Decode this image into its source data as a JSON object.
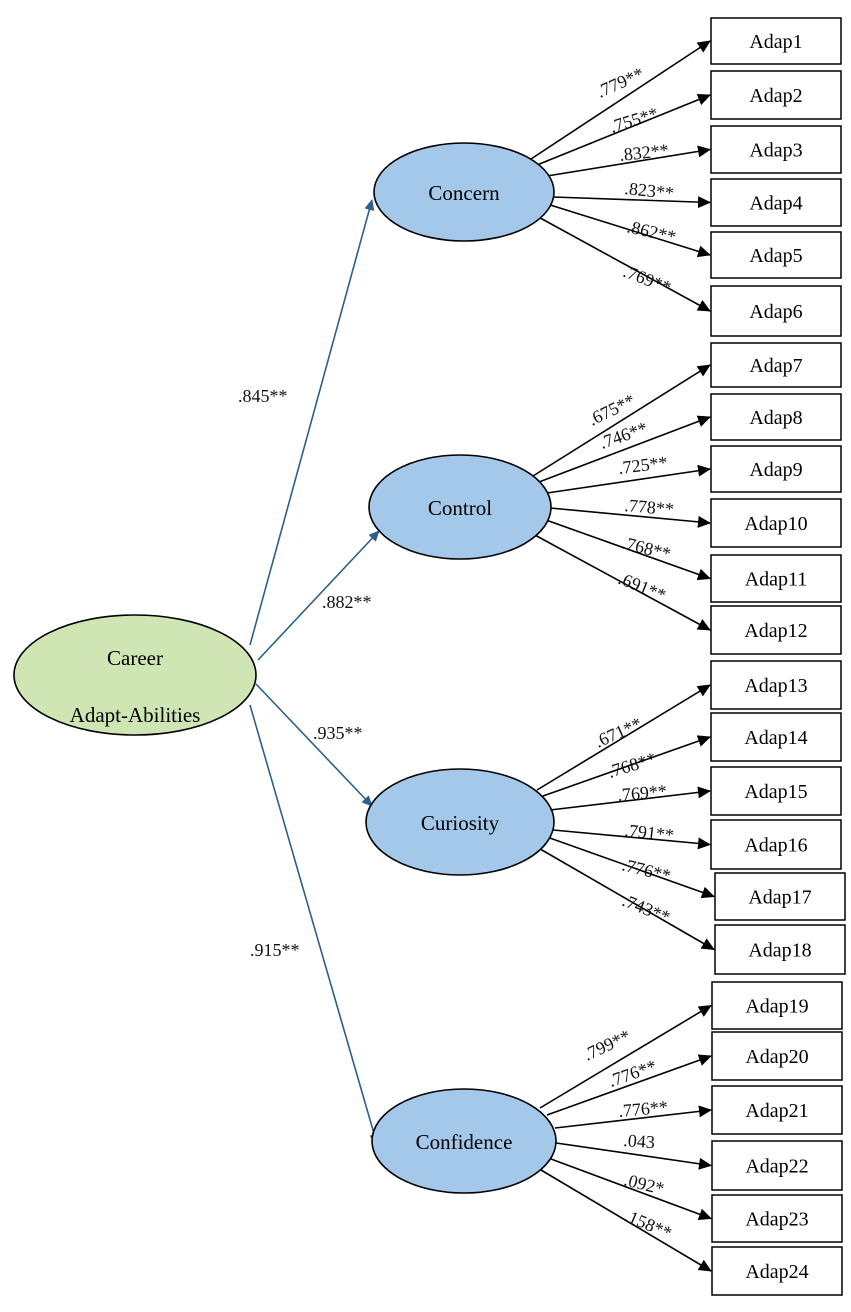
{
  "root": {
    "line1": "Career",
    "line2": "Adapt-Abilities"
  },
  "factors": [
    {
      "name": "Concern",
      "loading": ".845**",
      "items": [
        {
          "label": "Adap1",
          "loading": ".779**"
        },
        {
          "label": "Adap2",
          "loading": ".755**"
        },
        {
          "label": "Adap3",
          "loading": ".832**"
        },
        {
          "label": "Adap4",
          "loading": ".823**"
        },
        {
          "label": "Adap5",
          "loading": ".862**"
        },
        {
          "label": "Adap6",
          "loading": ".769**"
        }
      ]
    },
    {
      "name": "Control",
      "loading": ".882**",
      "items": [
        {
          "label": "Adap7",
          "loading": ".675**"
        },
        {
          "label": "Adap8",
          "loading": ".746**"
        },
        {
          "label": "Adap9",
          "loading": ".725**"
        },
        {
          "label": "Adap10",
          "loading": ".778**"
        },
        {
          "label": "Adap11",
          "loading": ".768**"
        },
        {
          "label": "Adap12",
          "loading": ".691**"
        }
      ]
    },
    {
      "name": "Curiosity",
      "loading": ".935**",
      "items": [
        {
          "label": "Adap13",
          "loading": ".671**"
        },
        {
          "label": "Adap14",
          "loading": ".768**"
        },
        {
          "label": "Adap15",
          "loading": ".769**"
        },
        {
          "label": "Adap16",
          "loading": ".791**"
        },
        {
          "label": "Adap17",
          "loading": ".776**"
        },
        {
          "label": "Adap18",
          "loading": ".743**"
        }
      ]
    },
    {
      "name": "Confidence",
      "loading": ".915**",
      "items": [
        {
          "label": "Adap19",
          "loading": ".799**"
        },
        {
          "label": "Adap20",
          "loading": ".776**"
        },
        {
          "label": "Adap21",
          "loading": ".776**"
        },
        {
          "label": "Adap22",
          "loading": ".043"
        },
        {
          "label": "Adap23",
          "loading": ".092*"
        },
        {
          "label": "Adap24",
          "loading": ".158**"
        }
      ]
    }
  ],
  "colors": {
    "root_fill": "#cfe6b4",
    "factor_fill": "#a4c8ea",
    "structural_arrow": "#2d5f8c",
    "item_arrow": "#000000"
  }
}
